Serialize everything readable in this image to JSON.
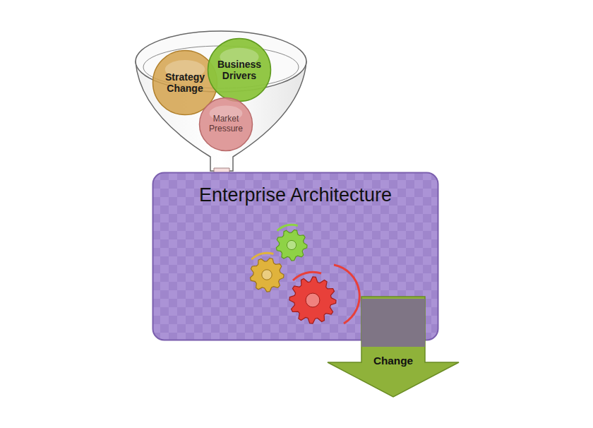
{
  "diagram": {
    "nodes": [
      {
        "text": [
          "Strategy Change"
        ]
      },
      {
        "text": [
          "Business Drivers"
        ]
      },
      {
        "text": [
          "Market Pressure"
        ]
      },
      {
        "text": [
          "Enterprise Architecture"
        ]
      },
      {
        "text": [
          "Change"
        ]
      }
    ]
  }
}
